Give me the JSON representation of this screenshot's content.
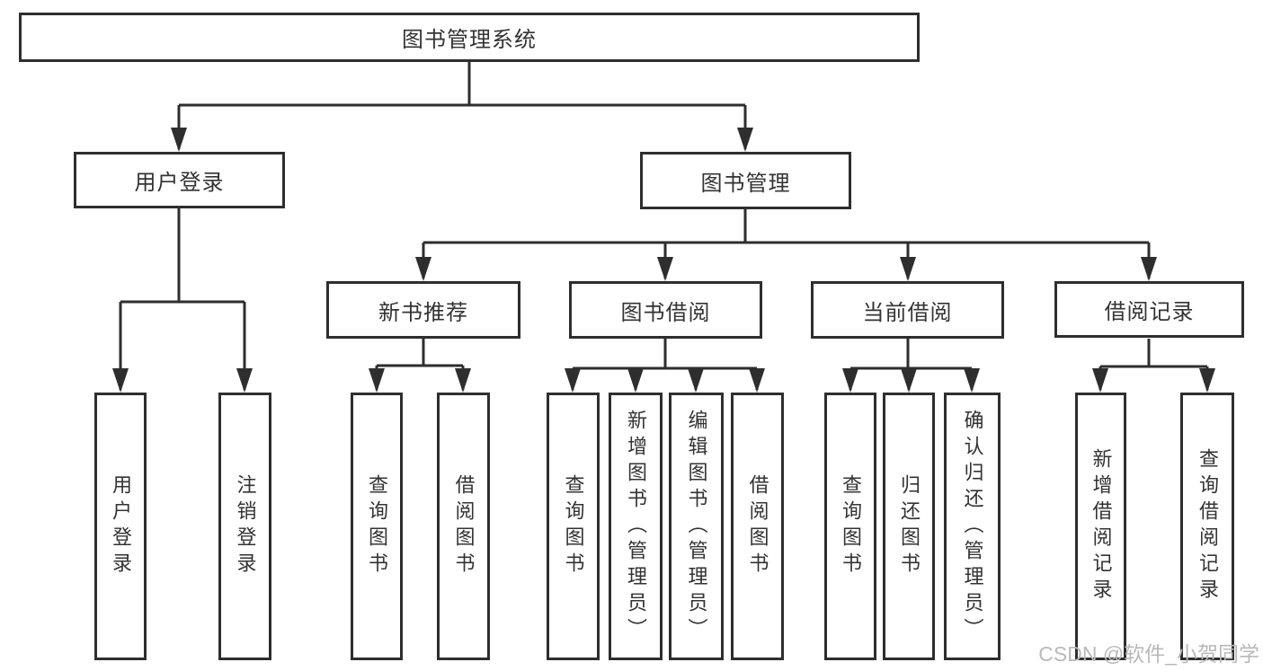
{
  "root": {
    "label": "图书管理系统"
  },
  "user_login": {
    "label": "用户登录",
    "leaves": [
      {
        "label": "用户登录"
      },
      {
        "label": "注销登录"
      }
    ]
  },
  "book_management": {
    "label": "图书管理",
    "sections": [
      {
        "label": "新书推荐",
        "leaves": [
          {
            "label": "查询图书"
          },
          {
            "label": "借阅图书"
          }
        ]
      },
      {
        "label": "图书借阅",
        "leaves": [
          {
            "label": "查询图书"
          },
          {
            "label": "新增图书（管理员）"
          },
          {
            "label": "编辑图书（管理员）"
          },
          {
            "label": "借阅图书"
          }
        ]
      },
      {
        "label": "当前借阅",
        "leaves": [
          {
            "label": "查询图书"
          },
          {
            "label": "归还图书"
          },
          {
            "label": "确认归还（管理员）"
          }
        ]
      },
      {
        "label": "借阅记录",
        "leaves": [
          {
            "label": "新增借阅记录"
          },
          {
            "label": "查询借阅记录"
          }
        ]
      }
    ]
  },
  "watermark": {
    "text": "CSDN @软件_小贺同学",
    "color": "#b9b9b9"
  },
  "colors": {
    "line": "#2e2e2e",
    "text": "#333333",
    "background": "#ffffff"
  }
}
